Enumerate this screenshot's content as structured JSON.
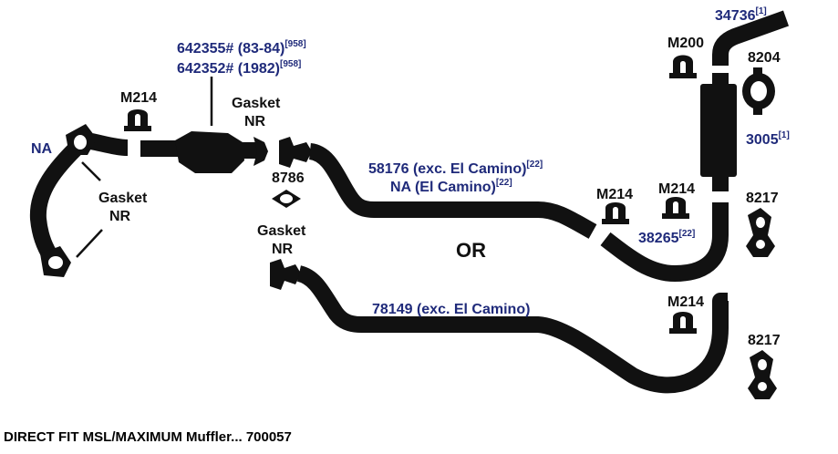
{
  "diagram": {
    "caption": "DIRECT FIT MSL/MAXIMUM Muffler... 700057",
    "separator": "OR",
    "colors": {
      "part_number": "#1f2a7a",
      "label": "#111111",
      "pipe": "#111111"
    },
    "labels": {
      "na_manifold": "NA",
      "gasket_left_1": "Gasket",
      "gasket_left_2": "NR",
      "clamp_m214_a": "M214",
      "conv_line1_text": "642355# (83-84)",
      "conv_line1_note": "[958]",
      "conv_line2_text": "642352# (1982)",
      "conv_line2_note": "[958]",
      "gasket_top_1": "Gasket",
      "gasket_top_2": "NR",
      "flange_8786": "8786",
      "gasket_mid_1": "Gasket",
      "gasket_mid_2": "NR",
      "pipe_upper_1_text": "58176 (exc. El Camino)",
      "pipe_upper_1_note": "[22]",
      "pipe_upper_2_text": "NA (El Camino)",
      "pipe_upper_2_note": "[22]",
      "clamp_m214_b": "M214",
      "clamp_m214_c": "M214",
      "tail_38265_text": "38265",
      "tail_38265_note": "[22]",
      "clamp_m200": "M200",
      "tailpipe_34736_text": "34736",
      "tailpipe_34736_note": "[1]",
      "hanger_8204": "8204",
      "muffler_3005_text": "3005",
      "muffler_3005_note": "[1]",
      "hanger_8217_a": "8217",
      "pipe_lower_text": "78149 (exc. El Camino)",
      "clamp_m214_d": "M214",
      "hanger_8217_b": "8217"
    }
  }
}
